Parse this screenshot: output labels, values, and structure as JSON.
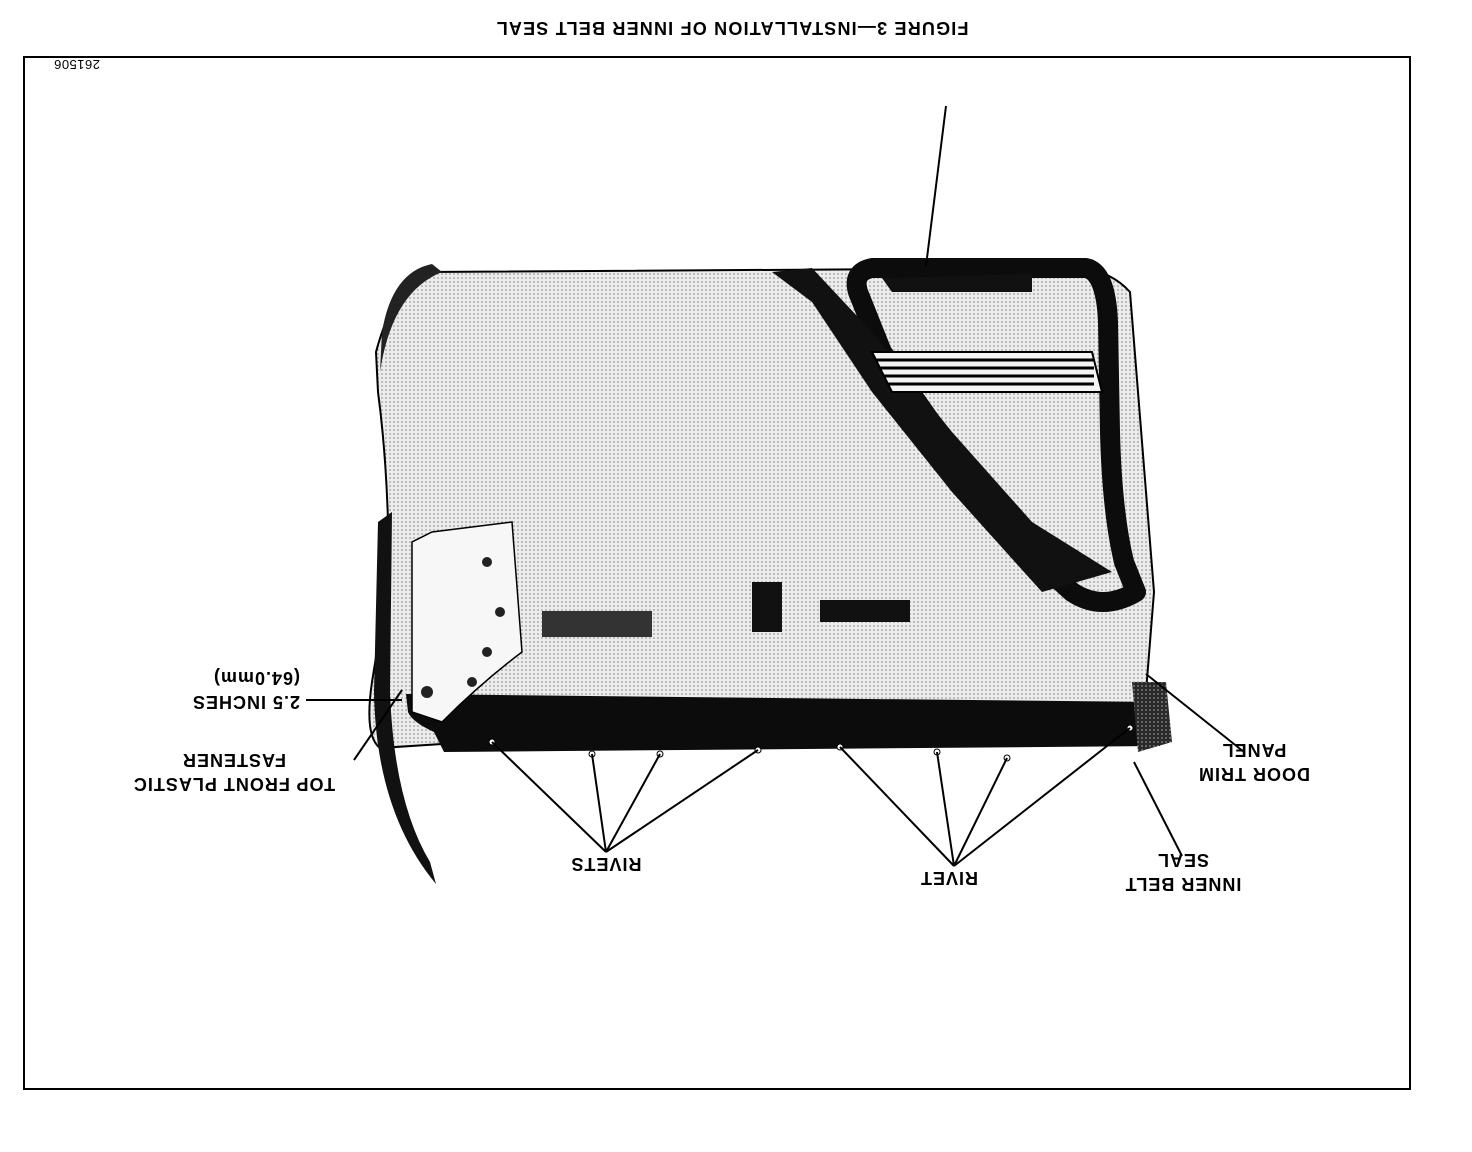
{
  "figure": {
    "title": "FIGURE 3—INSTALLATION OF INNER BELT SEAL",
    "code": "261506"
  },
  "labels": {
    "door_trim_panel": [
      "DOOR TRIM",
      "PANEL"
    ],
    "inner_belt_seal": [
      "INNER BELT",
      "SEAL"
    ],
    "rivet": "RIVET",
    "rivets": "RIVETS",
    "top_front_plastic_fastener": [
      "TOP FRONT PLASTIC",
      "FASTENER"
    ],
    "measurement": [
      "2.5 INCHES",
      "(64.0mm)"
    ]
  },
  "colors": {
    "ink": "#000000",
    "paper": "#ffffff",
    "panel": "#e6e6e6",
    "shade": "#bdbdbd"
  }
}
